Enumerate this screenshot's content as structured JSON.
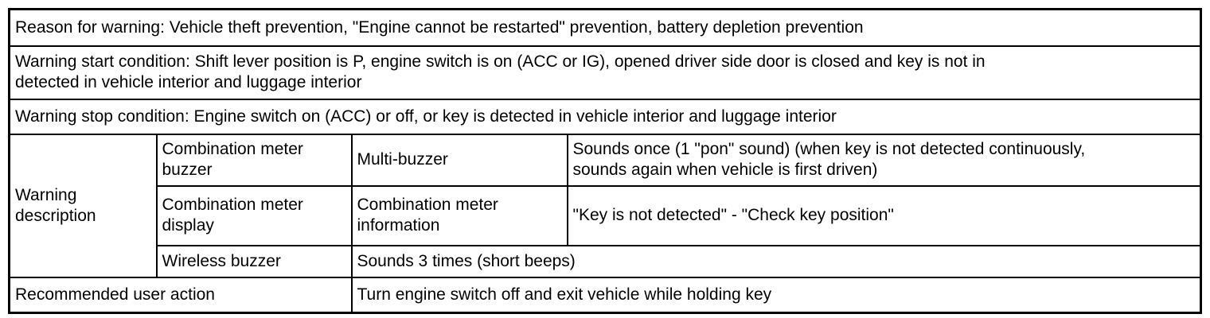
{
  "page": {
    "background_color": "#ffffff",
    "border_color": "#000000",
    "text_color": "#000000"
  },
  "table": {
    "reason": "Reason for warning: Vehicle theft prevention, \"Engine cannot be restarted\" prevention, battery depletion prevention",
    "start_condition": "Warning start condition: Shift lever position is P, engine switch is on (ACC or IG), opened driver side door is closed and key is not in\ndetected in vehicle interior and luggage interior",
    "stop_condition": "Warning stop condition: Engine switch on (ACC) or off, or key is detected in vehicle interior and luggage interior",
    "warning_description": {
      "label": "Warning description",
      "rows": [
        {
          "device": "Combination meter buzzer",
          "detail": "Multi-buzzer",
          "behavior": "Sounds once (1 \"pon\" sound) (when key is not detected continuously,\nsounds again when vehicle is first driven)"
        },
        {
          "device": "Combination meter display",
          "detail": "Combination meter information",
          "behavior": "\"Key is not detected\" - \"Check key position\""
        },
        {
          "device": "Wireless buzzer",
          "behavior": "Sounds 3 times (short beeps)"
        }
      ]
    },
    "recommended_action": {
      "label": "Recommended user action",
      "value": "Turn engine switch off and exit vehicle while holding key"
    }
  }
}
